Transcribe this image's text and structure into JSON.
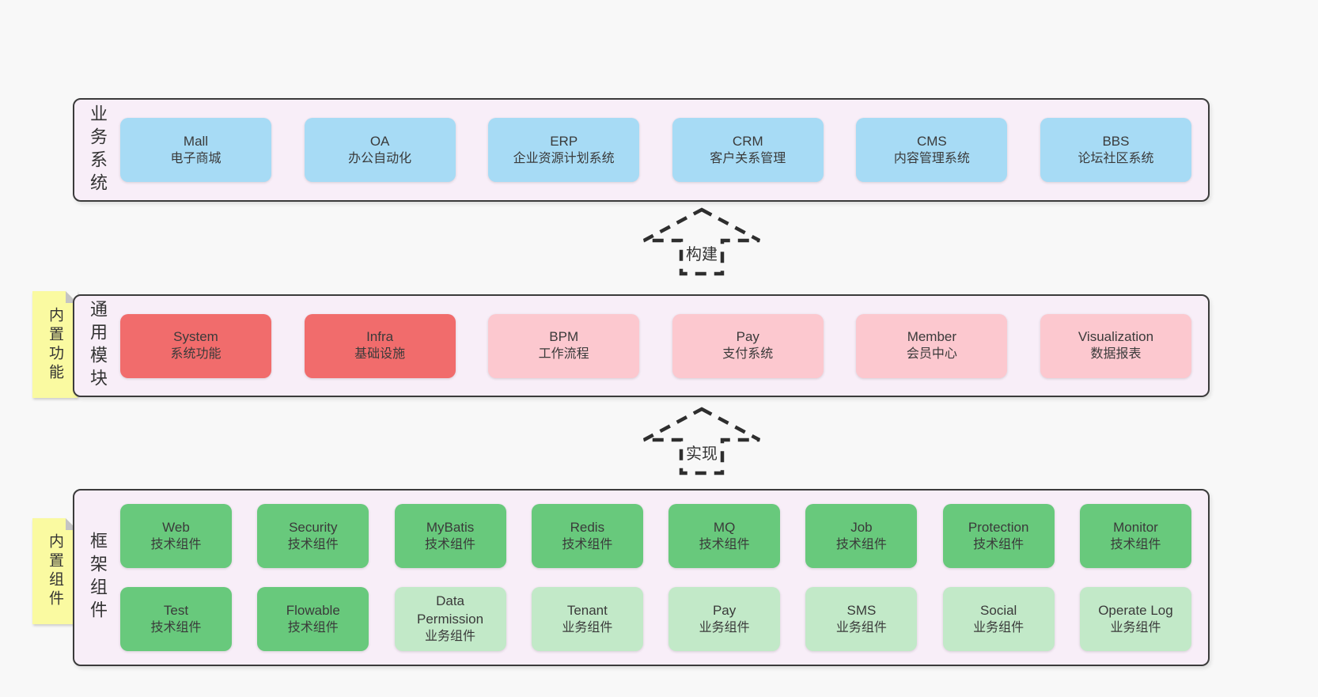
{
  "colors": {
    "page_background": "#f8f8f8",
    "tier_background": "#f8eef8",
    "tier_border": "#3b3b3b",
    "business_box": "#a7dbf5",
    "core_module_box": "#f16c6c",
    "optional_module_box": "#fcc8cf",
    "tech_component_box": "#68c97c",
    "biz_component_box": "#c2e9c8",
    "sticky_note": "#fafaa1",
    "note_fold": "#c4c4c4",
    "text": "#3a3a3a"
  },
  "arrows": [
    {
      "label": "构建",
      "direction": "up"
    },
    {
      "label": "实现",
      "direction": "up"
    }
  ],
  "tiers": [
    {
      "label": "业务系统",
      "note": null,
      "rows": [
        [
          {
            "title": "Mall",
            "subtitle": "电子商城"
          },
          {
            "title": "OA",
            "subtitle": "办公自动化"
          },
          {
            "title": "ERP",
            "subtitle": "企业资源计划系统"
          },
          {
            "title": "CRM",
            "subtitle": "客户关系管理"
          },
          {
            "title": "CMS",
            "subtitle": "内容管理系统"
          },
          {
            "title": "BBS",
            "subtitle": "论坛社区系统"
          }
        ]
      ]
    },
    {
      "label": "通用模块",
      "note": "内置功能",
      "rows": [
        [
          {
            "title": "System",
            "subtitle": "系统功能"
          },
          {
            "title": "Infra",
            "subtitle": "基础设施"
          },
          {
            "title": "BPM",
            "subtitle": "工作流程"
          },
          {
            "title": "Pay",
            "subtitle": "支付系统"
          },
          {
            "title": "Member",
            "subtitle": "会员中心"
          },
          {
            "title": "Visualization",
            "subtitle": "数据报表"
          }
        ]
      ]
    },
    {
      "label": "框架组件",
      "note": "内置组件",
      "rows": [
        [
          {
            "title": "Web",
            "subtitle": "技术组件"
          },
          {
            "title": "Security",
            "subtitle": "技术组件"
          },
          {
            "title": "MyBatis",
            "subtitle": "技术组件"
          },
          {
            "title": "Redis",
            "subtitle": "技术组件"
          },
          {
            "title": "MQ",
            "subtitle": "技术组件"
          },
          {
            "title": "Job",
            "subtitle": "技术组件"
          },
          {
            "title": "Protection",
            "subtitle": "技术组件"
          },
          {
            "title": "Monitor",
            "subtitle": "技术组件"
          }
        ],
        [
          {
            "title": "Test",
            "subtitle": "技术组件"
          },
          {
            "title": "Flowable",
            "subtitle": "技术组件"
          },
          {
            "title": "Data Permission",
            "subtitle": "业务组件"
          },
          {
            "title": "Tenant",
            "subtitle": "业务组件"
          },
          {
            "title": "Pay",
            "subtitle": "业务组件"
          },
          {
            "title": "SMS",
            "subtitle": "业务组件"
          },
          {
            "title": "Social",
            "subtitle": "业务组件"
          },
          {
            "title": "Operate Log",
            "subtitle": "业务组件"
          }
        ]
      ]
    }
  ]
}
